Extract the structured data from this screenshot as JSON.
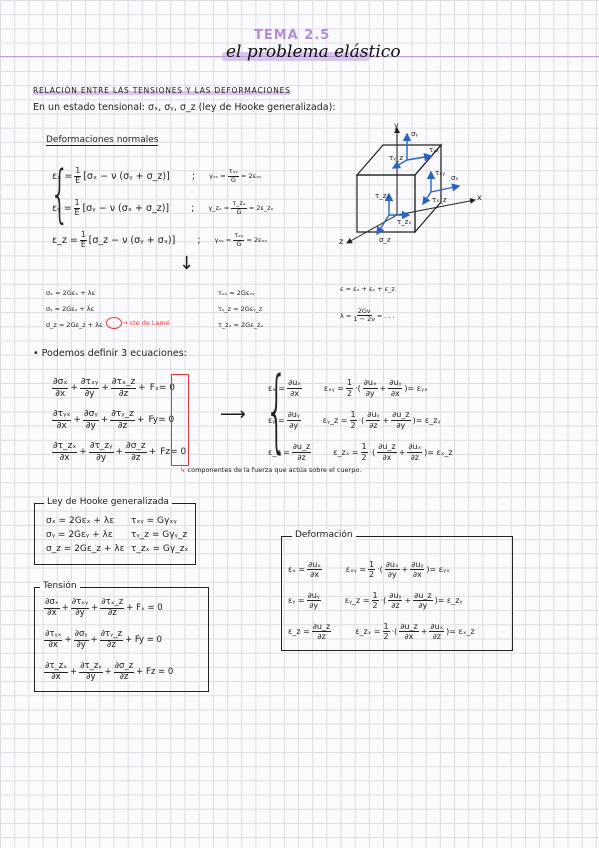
{
  "header": {
    "tema": "TEMA 2.5",
    "title": "el problema elástico",
    "accent_color": "#b58ad6"
  },
  "section1": {
    "title": "RELACIÓN ENTRE LAS TENSIONES Y LAS DEFORMACIONES",
    "intro": "En un estado tensional: σₓ, σᵧ, σ_z (ley de Hooke generalizada):"
  },
  "normales": {
    "title": "Deformaciones normales",
    "rows": [
      {
        "left": "εₓ = ",
        "frac_n": "1",
        "frac_d": "E",
        "body": "[σₓ − ν (σᵧ + σ_z)]",
        "right": "γₓᵧ = ",
        "rn": "τₓᵧ",
        "rd": "G",
        "rtail": " = 2εₓᵧ"
      },
      {
        "left": "εᵧ = ",
        "frac_n": "1",
        "frac_d": "E",
        "body": "[σᵧ − ν (σₓ + σ_z)]",
        "right": "γ_zₓ = ",
        "rn": "τ_zₓ",
        "rd": "G",
        "rtail": " = 2ε_zₓ"
      },
      {
        "left": "ε_z = ",
        "frac_n": "1",
        "frac_d": "E",
        "body": "[σ_z − ν (σᵧ + σₓ)]",
        "right": "γₓᵧ = ",
        "rn": "τₓᵧ",
        "rd": "G",
        "rtail": " = 2εₓᵧ"
      }
    ],
    "semicolon": ";",
    "arrow": "↓"
  },
  "lame": {
    "left": [
      "σₓ = 2Gεₓ + λε",
      "σᵧ = 2Gεᵧ + λε",
      "σ_z = 2Gε_z + λε"
    ],
    "mid": [
      "τₓᵧ = 2Gεₓᵧ",
      "τᵧ_z = 2Gεᵧ_z",
      "τ_zₓ = 2Gε_zₓ"
    ],
    "right1": "ε = εₓ + εᵧ + ε_z",
    "right2_pre": "λ = ",
    "right2_n": "2Gν",
    "right2_d": "1 − 2ν",
    "right2_post": " = . . .",
    "note": "cte de Lamé"
  },
  "cube": {
    "axes": {
      "x": "x",
      "y": "y",
      "z": "z"
    },
    "labels": [
      "σᵧ",
      "τᵧₓ",
      "τᵧ_z",
      "σₓ",
      "τₓᵧ",
      "τₓ_z",
      "τ_zᵧ",
      "τ_zₓ",
      "σ_z"
    ]
  },
  "ecuaciones": {
    "title": "• Podemos definir 3 ecuaciones:",
    "equil": [
      {
        "t1n": "∂σₓ",
        "t1d": "∂x",
        "t2n": "∂τₓᵧ",
        "t2d": "∂y",
        "t3n": "∂τₓ_z",
        "t3d": "∂z",
        "f": "Fₓ",
        "eq": " = 0"
      },
      {
        "t1n": "∂τᵧₓ",
        "t1d": "∂x",
        "t2n": "∂σᵧ",
        "t2d": "∂y",
        "t3n": "∂τᵧ_z",
        "t3d": "∂z",
        "f": "Fy",
        "eq": " = 0"
      },
      {
        "t1n": "∂τ_zₓ",
        "t1d": "∂x",
        "t2n": "∂τ_zᵧ",
        "t2d": "∂y",
        "t3n": "∂σ_z",
        "t3d": "∂z",
        "f": "Fz",
        "eq": " = 0"
      }
    ],
    "deform": [
      {
        "l": "εₓ = ",
        "ln": "∂uₓ",
        "ld": "∂x",
        "r": "εₓᵧ = ",
        "half_n": "1",
        "half_d": "2",
        "an": "∂uₓ",
        "ad": "∂y",
        "bn": "∂uᵧ",
        "bd": "∂x",
        "tail": " = εᵧₓ"
      },
      {
        "l": "εᵧ = ",
        "ln": "∂uᵧ",
        "ld": "∂y",
        "r": "εᵧ_z = ",
        "half_n": "1",
        "half_d": "2",
        "an": "∂uᵧ",
        "ad": "∂z",
        "bn": "∂u_z",
        "bd": "∂y",
        "tail": " = ε_zᵧ"
      },
      {
        "l": "ε_z = ",
        "ln": "∂u_z",
        "ld": "∂z",
        "r": "ε_zₓ = ",
        "half_n": "1",
        "half_d": "2",
        "an": "∂u_z",
        "ad": "∂x",
        "bn": "∂uₓ",
        "bd": "∂z",
        "tail": " = εₓ_z"
      }
    ],
    "long_arrow": "⟶",
    "componentes": "componentes de la fuerza que actúa sobre el cuerpo."
  },
  "box_hooke": {
    "title": "Ley de Hooke generalizada",
    "left": [
      "σₓ = 2Gεₓ + λε",
      "σᵧ = 2Gεᵧ + λε",
      "σ_z = 2Gε_z + λε"
    ],
    "right": [
      "τₓᵧ = Gγₓᵧ",
      "τᵧ_z = Gγᵧ_z",
      "τ_zₓ = Gγ_zₓ"
    ]
  },
  "box_tension": {
    "title": "Tensión",
    "rows": [
      {
        "t1n": "∂σₓ",
        "t1d": "∂x",
        "t2n": "∂τₓᵧ",
        "t2d": "∂y",
        "t3n": "∂τₓ_z",
        "t3d": "∂z",
        "tail": " + Fₓ = 0"
      },
      {
        "t1n": "∂τᵧₓ",
        "t1d": "∂x",
        "t2n": "∂σᵧ",
        "t2d": "∂y",
        "t3n": "∂τᵧ_z",
        "t3d": "∂z",
        "tail": " + Fy = 0"
      },
      {
        "t1n": "∂τ_zₓ",
        "t1d": "∂x",
        "t2n": "∂τ_zᵧ",
        "t2d": "∂y",
        "t3n": "∂σ_z",
        "t3d": "∂z",
        "tail": " + Fz = 0"
      }
    ]
  },
  "box_deformacion": {
    "title": "Deformación",
    "rows": [
      {
        "l": "εₓ = ",
        "ln": "∂uₓ",
        "ld": "∂x",
        "r": "εₓᵧ = ",
        "half_n": "1",
        "half_d": "2",
        "an": "∂uₓ",
        "ad": "∂y",
        "bn": "∂uᵧ",
        "bd": "∂x",
        "tail": " = εᵧₓ"
      },
      {
        "l": "εᵧ = ",
        "ln": "∂uᵧ",
        "ld": "∂y",
        "r": "εᵧ_z = ",
        "half_n": "1",
        "half_d": "2",
        "an": "∂uᵧ",
        "ad": "∂z",
        "bn": "∂u_z",
        "bd": "∂y",
        "tail": " = ε_zᵧ"
      },
      {
        "l": "ε_z = ",
        "ln": "∂u_z",
        "ld": "∂z",
        "r": "ε_zₓ = ",
        "half_n": "1",
        "half_d": "2",
        "an": "∂u_z",
        "ad": "∂x",
        "bn": "∂uₓ",
        "bd": "∂z",
        "tail": " = εₓ_z"
      }
    ]
  }
}
